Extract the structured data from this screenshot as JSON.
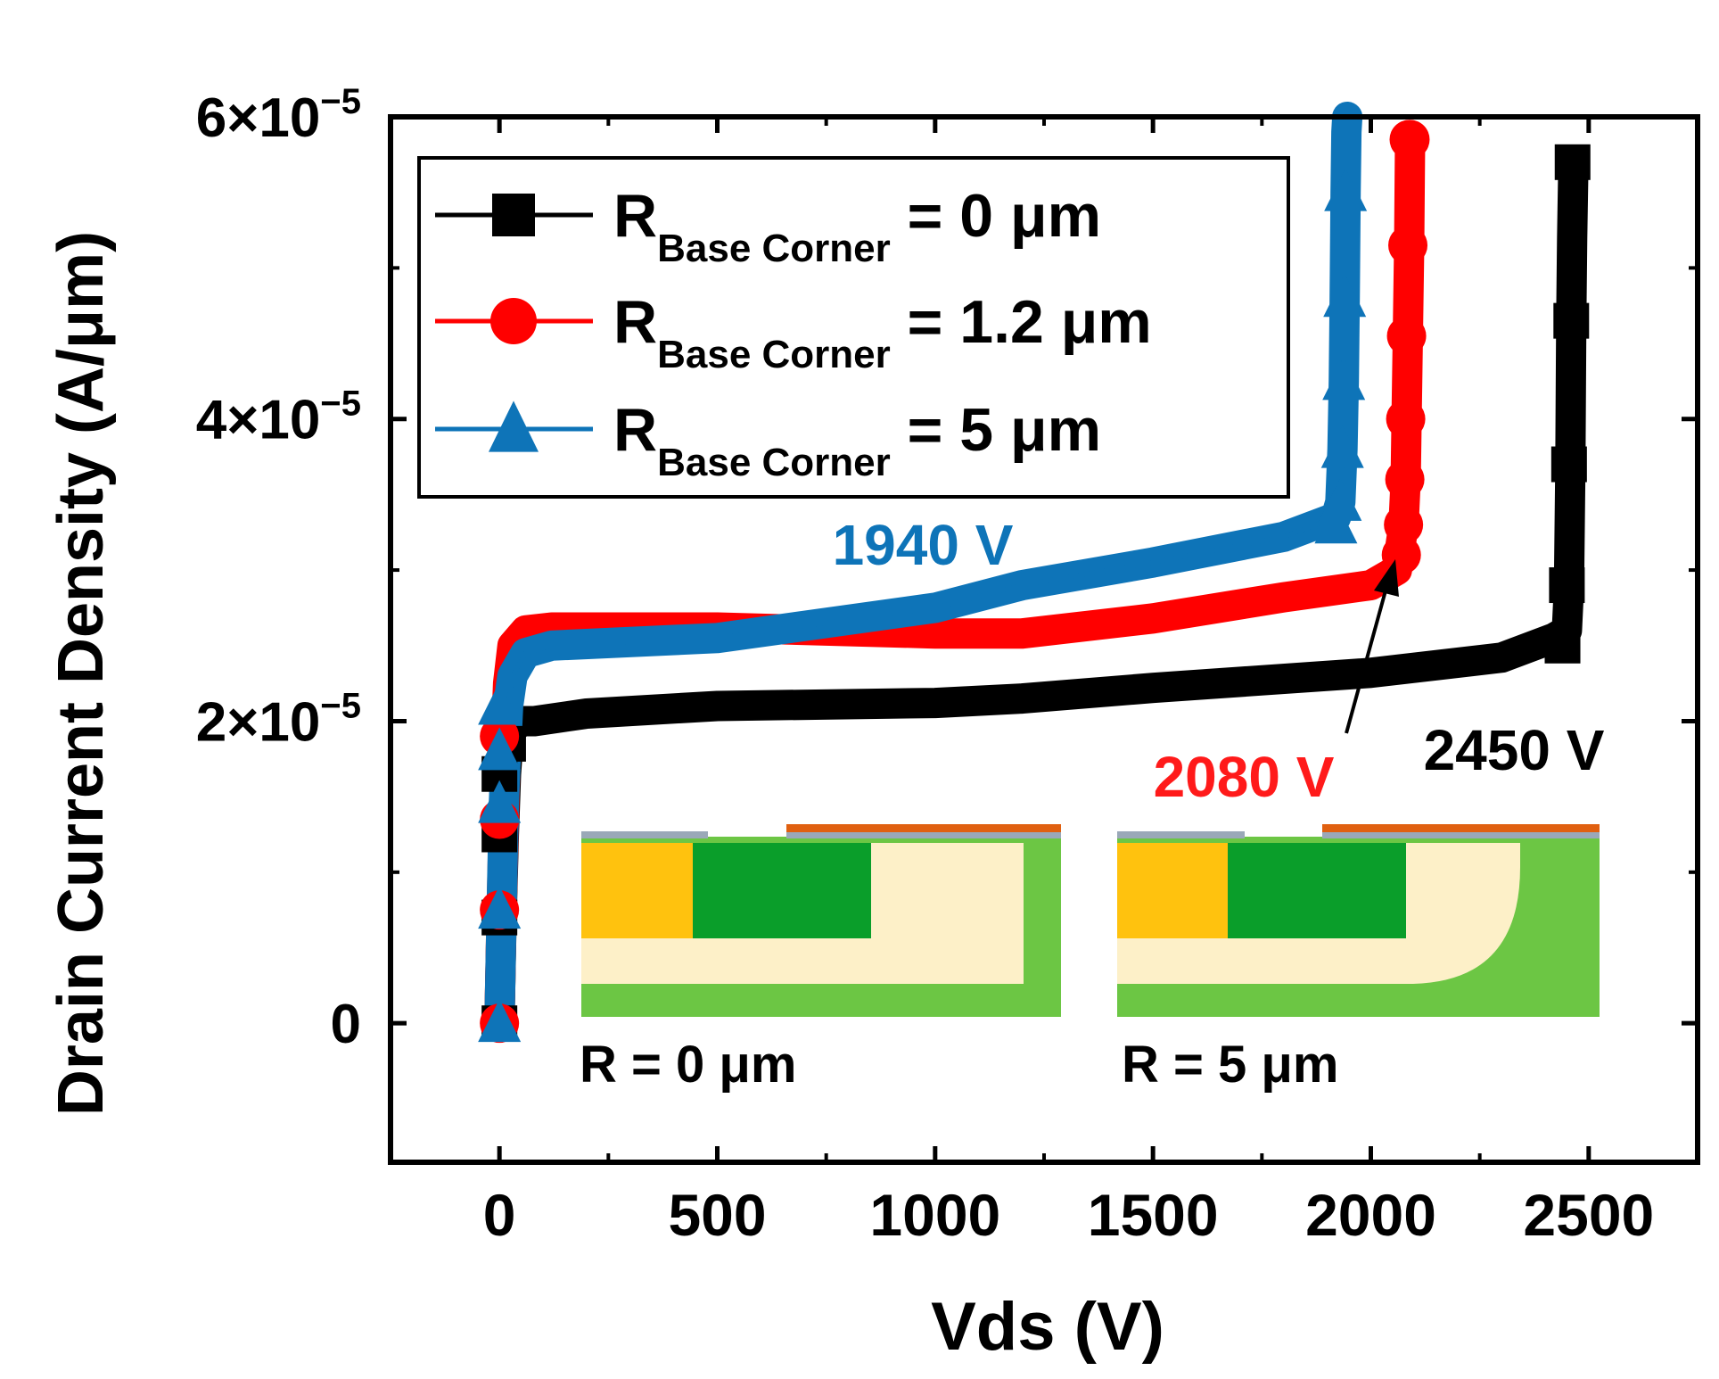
{
  "chart_data": {
    "type": "line",
    "xlabel": "Vds (V)",
    "ylabel": "Drain Current Density (A/μm)",
    "xlim": [
      -250,
      2750
    ],
    "ylim": [
      -9.2e-06,
      6e-05
    ],
    "xticks": [
      0,
      500,
      1000,
      1500,
      2000,
      2500
    ],
    "xtick_labels": [
      "0",
      "500",
      "1000",
      "1500",
      "2000",
      "2500"
    ],
    "yticks": [
      0,
      2e-05,
      4e-05,
      6e-05
    ],
    "ytick_labels": [
      {
        "mant": "0",
        "exp": ""
      },
      {
        "mant": "2×10",
        "exp": "−5"
      },
      {
        "mant": "4×10",
        "exp": "−5"
      },
      {
        "mant": "6×10",
        "exp": "−5"
      }
    ],
    "grid": false,
    "legend_position": "top-left",
    "series": [
      {
        "legend_main": "R",
        "legend_sub": "Base Corner",
        "legend_rest": " = 0 μm",
        "color": "#000000",
        "marker": "square",
        "x": [
          0,
          5,
          10,
          15,
          20,
          30,
          50,
          80,
          200,
          500,
          1000,
          1200,
          1500,
          2000,
          2300,
          2420,
          2450,
          2455,
          2458,
          2460,
          2462,
          2465
        ],
        "y": [
          0,
          7e-06,
          1.25e-05,
          1.65e-05,
          1.85e-05,
          1.95e-05,
          2e-05,
          2e-05,
          2.05e-05,
          2.1e-05,
          2.12e-05,
          2.15e-05,
          2.22e-05,
          2.32e-05,
          2.42e-05,
          2.55e-05,
          2.6e-05,
          2.9e-05,
          3.7e-05,
          4.65e-05,
          5.2e-05,
          5.7e-05
        ],
        "markers_x": [
          0,
          0,
          0,
          0,
          20,
          2440,
          2450,
          2455,
          2460,
          2463
        ],
        "markers_y": [
          0,
          7e-06,
          1.25e-05,
          1.65e-05,
          1.85e-05,
          2.5e-05,
          2.9e-05,
          3.7e-05,
          4.65e-05,
          5.7e-05
        ]
      },
      {
        "legend_main": "R",
        "legend_sub": "Base Corner",
        "legend_rest": " = 1.2 μm",
        "color": "#ff0000",
        "marker": "circle",
        "x": [
          0,
          5,
          10,
          15,
          20,
          30,
          60,
          120,
          500,
          1000,
          1200,
          1500,
          1800,
          2000,
          2060,
          2075,
          2080,
          2082,
          2085,
          2088,
          2090
        ],
        "y": [
          0,
          7.5e-06,
          1.35e-05,
          1.9e-05,
          2.25e-05,
          2.5e-05,
          2.6e-05,
          2.62e-05,
          2.62e-05,
          2.58e-05,
          2.58e-05,
          2.68e-05,
          2.82e-05,
          2.9e-05,
          3e-05,
          3.3e-05,
          3.6e-05,
          4e-05,
          4.55e-05,
          5.15e-05,
          5.85e-05
        ],
        "markers_x": [
          0,
          0,
          0,
          0,
          2070,
          2075,
          2078,
          2080,
          2082,
          2085,
          2088,
          2090
        ],
        "markers_y": [
          0,
          7.5e-06,
          1.35e-05,
          1.9e-05,
          3.1e-05,
          3.3e-05,
          3.6e-05,
          4e-05,
          4.55e-05,
          5.15e-05,
          5.85e-05,
          5.85e-05
        ]
      },
      {
        "legend_main": "R",
        "legend_sub": "Base Corner",
        "legend_rest": " = 5 μm",
        "color": "#0e74b8",
        "marker": "triangle",
        "x": [
          0,
          5,
          10,
          15,
          20,
          30,
          60,
          120,
          500,
          1000,
          1200,
          1500,
          1800,
          1920,
          1930,
          1935,
          1938,
          1940,
          1942,
          1944,
          1946
        ],
        "y": [
          0,
          7.5e-06,
          1.45e-05,
          1.8e-05,
          2.1e-05,
          2.3e-05,
          2.45e-05,
          2.5e-05,
          2.55e-05,
          2.75e-05,
          2.9e-05,
          3.05e-05,
          3.22e-05,
          3.35e-05,
          3.45e-05,
          3.8e-05,
          4.25e-05,
          4.8e-05,
          5.5e-05,
          5.9e-05,
          6e-05
        ],
        "markers_x": [
          0,
          0,
          0,
          0,
          0,
          1920,
          1930,
          1935,
          1938,
          1940,
          1942
        ],
        "markers_y": [
          0,
          7.5e-06,
          1.45e-05,
          1.8e-05,
          2.1e-05,
          3.3e-05,
          3.45e-05,
          3.8e-05,
          4.25e-05,
          4.8e-05,
          5.5e-05
        ]
      }
    ],
    "annotations": {
      "blue": "1940 V",
      "red": "2080 V",
      "black": "2450 V"
    },
    "insets": [
      {
        "label": "R = 0 μm"
      },
      {
        "label": "R = 5 μm"
      }
    ],
    "inset_colors": {
      "yellow": "#ffc20e",
      "dark_green": "#0a9e2a",
      "light_green": "#6cc644",
      "cream": "#fdf0c8",
      "gray": "#9aa8b8",
      "orange": "#e06010"
    }
  }
}
